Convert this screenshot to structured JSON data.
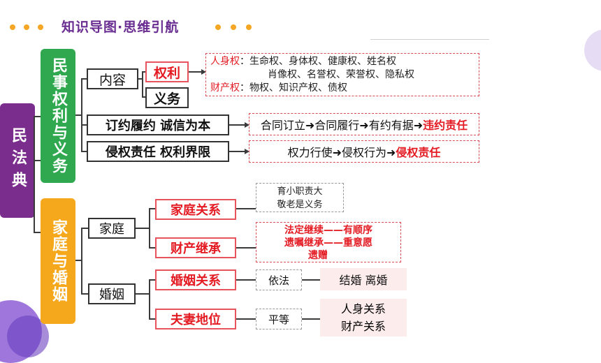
{
  "header": {
    "title": "知识导图·思维引航"
  },
  "root": "民法典",
  "branch1": {
    "title": "民事权利与义务",
    "content_label": "内容",
    "rights_label": "权利",
    "duty_label": "义务",
    "rights_detail": {
      "line1_tag": "人身权",
      "line1_text": "：生命权、身体权、健康权、姓名权",
      "line2_text": "肖像权、名誉权、荣誉权、隐私权",
      "line3_tag": "财产权",
      "line3_text": "：物权、知识产权、债权"
    },
    "contract_label": "订约履约  诚信为本",
    "contract_flow": "合同订立➜合同履行➜有约有据➜",
    "contract_result": "违约责任",
    "tort_label": "侵权责任  权利界限",
    "tort_flow": "权力行使➜侵权行为➜",
    "tort_result": "侵权责任"
  },
  "branch2": {
    "title": "家庭与婚姻",
    "family_label": "家庭",
    "family_relation": "家庭关系",
    "family_relation_note1": "育小职责大",
    "family_relation_note2": "敬老是义务",
    "inheritance": "财产继承",
    "inheritance_note1": "法定继续——有顺序",
    "inheritance_note2": "遗嘱继承——重意愿",
    "inheritance_note3": "遗赠",
    "marriage_label": "婚姻",
    "marriage_relation": "婚姻关系",
    "marriage_basis": "依法",
    "marriage_items": "结婚   离婚",
    "spouse_status": "夫妻地位",
    "spouse_basis": "平等",
    "spouse_item1": "人身关系",
    "spouse_item2": "财产关系"
  },
  "colors": {
    "purple": "#7b2d8e",
    "green": "#2fa84f",
    "orange": "#f5a81c",
    "red": "#e41b23",
    "accent_dot": "#f5a623"
  }
}
